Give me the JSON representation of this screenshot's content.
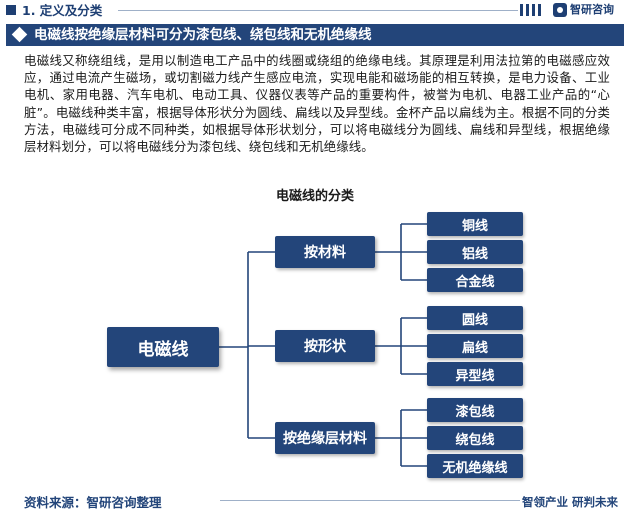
{
  "header": {
    "section_title": "1. 定义及分类",
    "brand_name": "智研咨询"
  },
  "title_bar": {
    "title": "电磁线按绝缘层材料可分为漆包线、绕包线和无机绝缘线"
  },
  "intro": {
    "text": "电磁线又称绕组线，是用以制造电工产品中的线圈或绕组的绝缘电线。其原理是利用法拉第的电磁感应效应，通过电流产生磁场，或切割磁力线产生感应电流，实现电能和磁场能的相互转换，是电力设备、工业电机、家用电器、汽车电机、电动工具、仪器仪表等产品的重要构件，被誉为电机、电器工业产品的“心脏”。电磁线种类丰富，根据导体形状分为圆线、扁线以及异型线。金杯产品以扁线为主。根据不同的分类方法，电磁线可分成不同种类，如根据导体形状划分，可以将电磁线分为圆线、扁线和异型线，根据绝缘层材料划分，可以将电磁线分为漆包线、绕包线和无机绝缘线。"
  },
  "diagram": {
    "title": "电磁线的分类",
    "root": "电磁线",
    "categories": [
      {
        "label": "按材料",
        "leaves": [
          "铜线",
          "铝线",
          "合金线"
        ]
      },
      {
        "label": "按形状",
        "leaves": [
          "圆线",
          "扁线",
          "异型线"
        ]
      },
      {
        "label": "按绝缘层材料",
        "leaves": [
          "漆包线",
          "绕包线",
          "无机绝缘线"
        ]
      }
    ]
  },
  "footer": {
    "source": "资料来源：智研咨询整理",
    "brand": "智领产业  研判未来"
  },
  "colors": {
    "primary": "#23457a",
    "line": "#23457a",
    "accent_rule": "#9fb0c8"
  }
}
